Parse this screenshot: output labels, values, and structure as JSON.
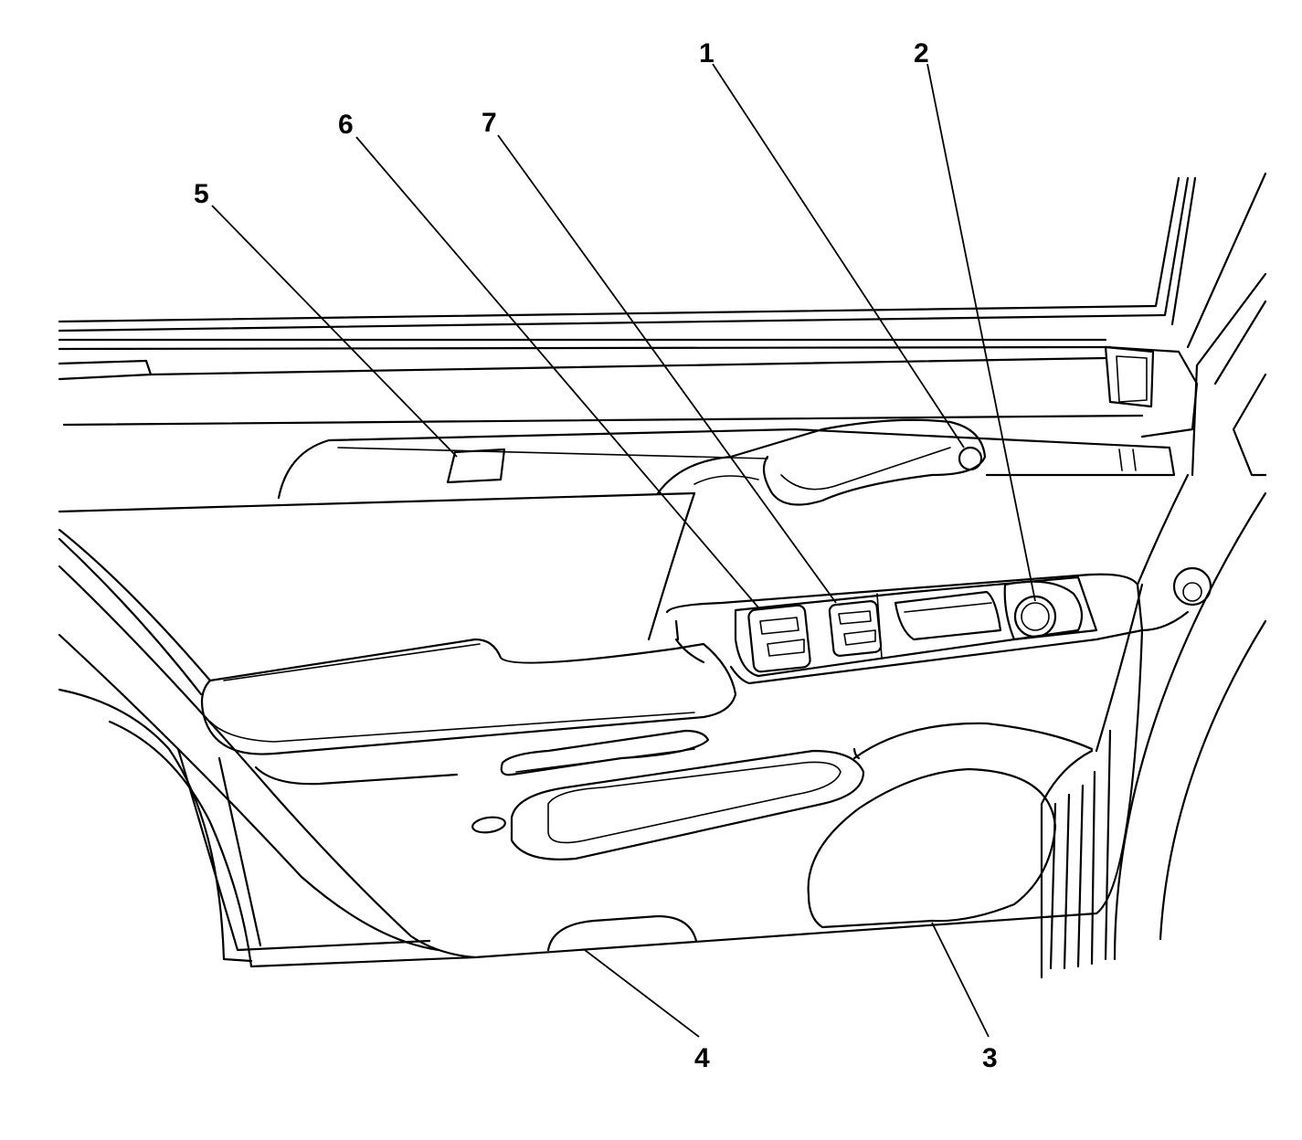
{
  "callouts": [
    {
      "id": "1",
      "label": "1"
    },
    {
      "id": "2",
      "label": "2"
    },
    {
      "id": "3",
      "label": "3"
    },
    {
      "id": "4",
      "label": "4"
    },
    {
      "id": "5",
      "label": "5"
    },
    {
      "id": "6",
      "label": "6"
    },
    {
      "id": "7",
      "label": "7"
    }
  ],
  "colors": {
    "line": "#000000",
    "background": "#ffffff"
  }
}
